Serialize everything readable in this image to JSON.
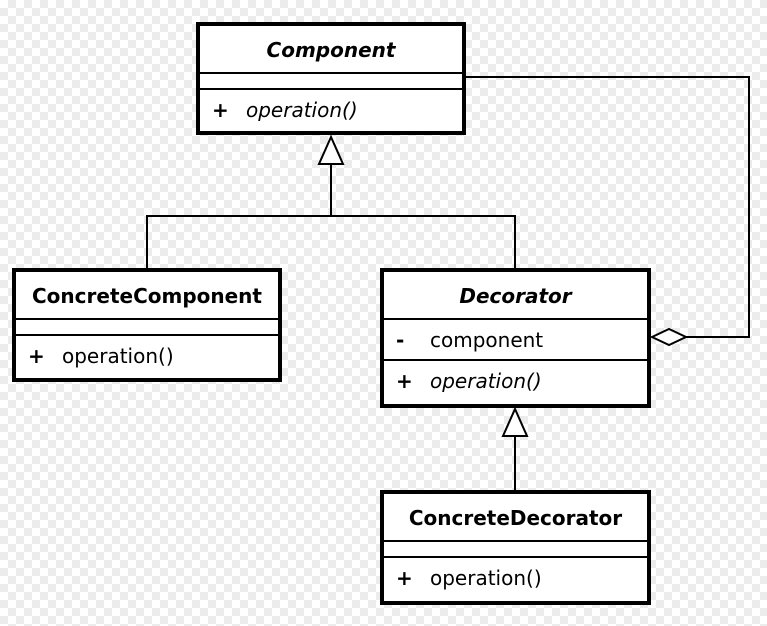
{
  "classes": {
    "component": {
      "name": "Component",
      "operation": {
        "visibility": "+",
        "name": "operation()"
      }
    },
    "concrete_component": {
      "name": "ConcreteComponent",
      "operation": {
        "visibility": "+",
        "name": "operation()"
      }
    },
    "decorator": {
      "name": "Decorator",
      "attribute": {
        "visibility": "-",
        "name": "component"
      },
      "operation": {
        "visibility": "+",
        "name": "operation()"
      }
    },
    "concrete_decorator": {
      "name": "ConcreteDecorator",
      "operation": {
        "visibility": "+",
        "name": "operation()"
      }
    }
  }
}
